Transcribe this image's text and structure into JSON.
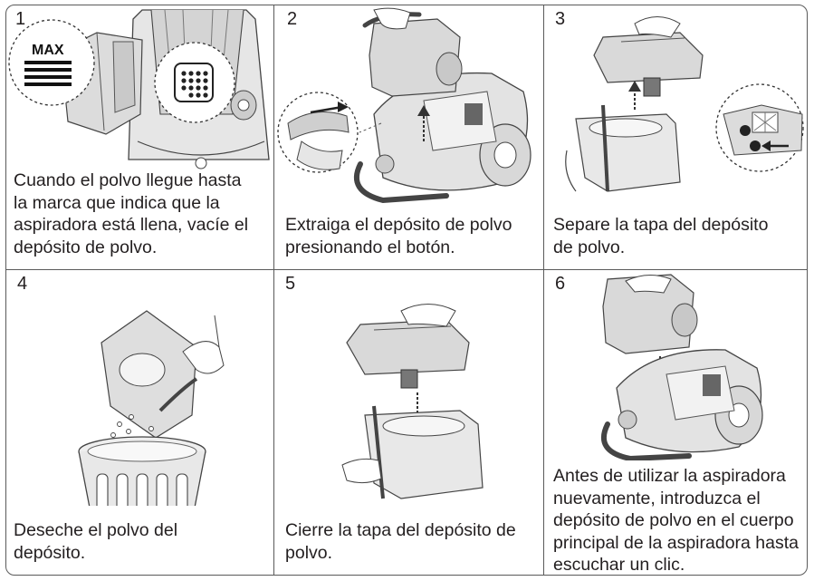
{
  "steps": [
    {
      "number": "1",
      "badge": "MAX",
      "lines": [
        "Cuando el polvo llegue hasta",
        "la marca que indica que la",
        "aspiradora está llena, vacíe el",
        "depósito de polvo."
      ]
    },
    {
      "number": "2",
      "lines": [
        "Extraiga el depósito de polvo",
        "presionando el botón."
      ]
    },
    {
      "number": "3",
      "lines": [
        "Separe la tapa del depósito",
        "de polvo."
      ]
    },
    {
      "number": "4",
      "lines": [
        "Deseche el polvo del",
        "depósito."
      ]
    },
    {
      "number": "5",
      "lines": [
        "Cierre la tapa del depósito de",
        "polvo."
      ]
    },
    {
      "number": "6",
      "lines": [
        "Antes de utilizar la aspiradora",
        "nuevamente, introduzca el",
        "depósito de polvo en el cuerpo",
        "principal de la aspiradora hasta",
        "escuchar un clic."
      ]
    }
  ]
}
